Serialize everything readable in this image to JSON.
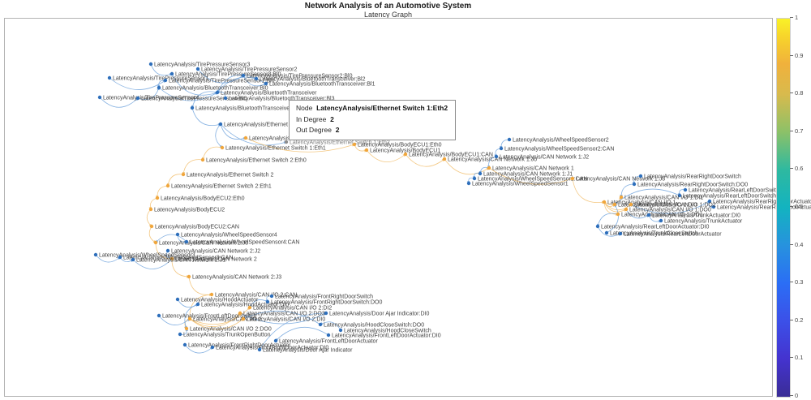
{
  "title": "Network Analysis of an Automotive System",
  "subtitle": "Latency Graph",
  "tooltip": {
    "node_label": "Node",
    "node_value": "LatencyAnalysis/Ethernet  Switch  1:Eth2",
    "in_label": "In  Degree",
    "in_value": "2",
    "out_label": "Out  Degree",
    "out_value": "2"
  },
  "colors": {
    "b": "#2E6FBB",
    "o": "#F0A63C",
    "g": "#8C8C8C",
    "edge_blue": "#6FA3DC",
    "edge_orange": "#F2BF6E",
    "label": "#424242",
    "label_gray": "#7a7a7a"
  },
  "chart_data": {
    "type": "graph",
    "title": "Network Analysis of an Automotive System",
    "subtitle": "Latency Graph",
    "colorbar": {
      "min": 0,
      "max": 1,
      "label_values": [
        "0",
        "0.1",
        "0.2",
        "0.3",
        "0.4",
        "0.5",
        "0.6",
        "0.7",
        "0.8",
        "0.9",
        "1"
      ]
    },
    "nodes": [
      [
        186,
        79,
        "LatencyAnalysis/TirePressureSensor3",
        "b"
      ],
      [
        244,
        85,
        "LatencyAnalysis/TirePressureSensor2",
        "b"
      ],
      [
        212,
        91,
        "LatencyAnalysis/TirePressureSensor3:Bl0",
        "b"
      ],
      [
        300,
        93,
        "LatencyAnalysis/TirePressureSensor2:Bl0",
        "b"
      ],
      [
        135,
        96,
        "LatencyAnalysis/TirePressureSensor1",
        "b"
      ],
      [
        204,
        99,
        "LatencyAnalysis/TirePressureSensor1:Bl0",
        "b"
      ],
      [
        316,
        97,
        "LatencyAnalysis/BluetoothTransceiver:Bl2",
        "b"
      ],
      [
        328,
        103,
        "LatencyAnalysis/BluetoothTransceiver:Bl1",
        "b"
      ],
      [
        196,
        108,
        "LatencyAnalysis/BluetoothTransceiver:Bl0",
        "b"
      ],
      [
        268,
        114,
        "LatencyAnalysis/BluetoothTransceiver",
        "b"
      ],
      [
        123,
        120,
        "LatencyAnalysis/TirePressureSensor4",
        "b"
      ],
      [
        170,
        121,
        "LatencyAnalysis/TirePressureSensor4:Bl0",
        "b"
      ],
      [
        278,
        121,
        "LatencyAnalysis/BluetoothTransceiver:Bl3",
        "b"
      ],
      [
        237,
        133,
        "LatencyAnalysis/BluetoothTransceiver:Bl4",
        "b"
      ],
      [
        272,
        153,
        "LatencyAnalysis/Ethernet Switch 1",
        "b"
      ],
      [
        303,
        170,
        "LatencyAnalysis/Ethernet Switch 1:Eth0",
        "o"
      ],
      [
        353,
        175,
        "LatencyAnalysis/Ethernet Switch 1:Eth2",
        "g"
      ],
      [
        274,
        182,
        "LatencyAnalysis/Ethernet Switch 1:Eth1",
        "o"
      ],
      [
        437,
        178,
        "LatencyAnalysis/BodyECU1:Eth0",
        "o"
      ],
      [
        452,
        185,
        "LatencyAnalysis/BodyECU1",
        "o"
      ],
      [
        500,
        190,
        "LatencyAnalysis/BodyECU1:CAN",
        "o"
      ],
      [
        548,
        196,
        "LatencyAnalysis/CAN Network 1:J0",
        "o"
      ],
      [
        250,
        197,
        "LatencyAnalysis/Ethernet Switch 2:Eth0",
        "o"
      ],
      [
        226,
        215,
        "LatencyAnalysis/Ethernet Switch 2",
        "o"
      ],
      [
        207,
        229,
        "LatencyAnalysis/Ethernet Switch 2:Eth1",
        "o"
      ],
      [
        194,
        244,
        "LatencyAnalysis/BodyECU2:Eth0",
        "o"
      ],
      [
        186,
        258,
        "LatencyAnalysis/BodyECU2",
        "o"
      ],
      [
        187,
        279,
        "LatencyAnalysis/BodyECU2:CAN",
        "o"
      ],
      [
        219,
        289,
        "LatencyAnalysis/WheelSpeedSensor4",
        "b"
      ],
      [
        192,
        299,
        "LatencyAnalysis/CAN Network 2:J0",
        "o"
      ],
      [
        230,
        298,
        "LatencyAnalysis/WheelSpeedSensor4:CAN",
        "b"
      ],
      [
        207,
        309,
        "LatencyAnalysis/CAN Network 2:J2",
        "b"
      ],
      [
        212,
        319,
        "LatencyAnalysis/CAN Network 2",
        "o"
      ],
      [
        118,
        314,
        "LatencyAnalysis/WheelSpeedSensor3",
        "b"
      ],
      [
        148,
        317,
        "LatencyAnalysis/WheelSpeedSensor3:CAN",
        "b"
      ],
      [
        164,
        320,
        "LatencyAnalysis/CAN Network 2:J1",
        "b"
      ],
      [
        233,
        341,
        "LatencyAnalysis/CAN Network 2:J3",
        "o"
      ],
      [
        261,
        363,
        "LatencyAnalysis/CAN I/O 2:CAN",
        "o"
      ],
      [
        335,
        365,
        "LatencyAnalysis/FrontRightDoorSwitch",
        "b"
      ],
      [
        219,
        369,
        "LatencyAnalysis/HoodActuator",
        "b"
      ],
      [
        330,
        372,
        "LatencyAnalysis/FrontRightDoorSwitch:DO0",
        "b"
      ],
      [
        244,
        375,
        "LatencyAnalysis/HoodActuator:DI0",
        "b"
      ],
      [
        308,
        379,
        "LatencyAnalysis/CAN I/O 2:DI2",
        "o"
      ],
      [
        196,
        389,
        "LatencyAnalysis/FrontLeftDoorSwitch",
        "b"
      ],
      [
        296,
        386,
        "LatencyAnalysis/CAN I/O 2:DO3",
        "o"
      ],
      [
        402,
        386,
        "LatencyAnalysis/Door Ajar Indicator:DI0",
        "b"
      ],
      [
        234,
        393,
        "LatencyAnalysis/CAN I/O 2",
        "o"
      ],
      [
        300,
        393,
        "LatencyAnalysis/CAN I/O 2:DI0",
        "o"
      ],
      [
        230,
        405,
        "LatencyAnalysis/CAN I/O 2:DO0",
        "o"
      ],
      [
        395,
        400,
        "LatencyAnalysis/HoodCloseSwitch:DO0",
        "b"
      ],
      [
        420,
        407,
        "LatencyAnalysis/HoodCloseSwitch",
        "b"
      ],
      [
        222,
        412,
        "LatencyAnalysis/TrunkOpenButton",
        "b"
      ],
      [
        405,
        413,
        "LatencyAnalysis/FrontLeftDoorActuator:DI0",
        "b"
      ],
      [
        340,
        420,
        "LatencyAnalysis/FrontLeftDoorActuator",
        "b"
      ],
      [
        228,
        425,
        "LatencyAnalysis/FrontRightDoorActuator",
        "b"
      ],
      [
        262,
        428,
        "LatencyAnalysis/FrontRightDoorActuator:DI0",
        "b"
      ],
      [
        320,
        431,
        "LatencyAnalysis/Door Ajar Indicator",
        "b"
      ],
      [
        628,
        172,
        "LatencyAnalysis/WheelSpeedSensor2",
        "b"
      ],
      [
        618,
        183,
        "LatencyAnalysis/WheelSpeedSensor2:CAN",
        "b"
      ],
      [
        612,
        193,
        "LatencyAnalysis/CAN Network 1:J2",
        "b"
      ],
      [
        603,
        207,
        "LatencyAnalysis/CAN Network 1",
        "o"
      ],
      [
        592,
        214,
        "LatencyAnalysis/CAN Network 1:J1",
        "b"
      ],
      [
        585,
        220,
        "LatencyAnalysis/WheelSpeedSensor1:CAN",
        "b"
      ],
      [
        578,
        226,
        "LatencyAnalysis/WheelSpeedSensor1",
        "b"
      ],
      [
        706,
        220,
        "LatencyAnalysis/CAN Network 1:J3",
        "o"
      ],
      [
        790,
        217,
        "LatencyAnalysis/RearRightDoorSwitch",
        "b"
      ],
      [
        782,
        227,
        "LatencyAnalysis/RearRightDoorSwitch:DO0",
        "b"
      ],
      [
        845,
        234,
        "LatencyAnalysis/RearLeftDoorSwitch",
        "b"
      ],
      [
        838,
        241,
        "LatencyAnalysis/RearLeftDoorSwitch:DO0",
        "b"
      ],
      [
        766,
        243,
        "LatencyAnalysis/CAN I/O 1:DI1",
        "o"
      ],
      [
        745,
        249,
        "LatencyAnalysis/CAN I/O 1",
        "o"
      ],
      [
        758,
        252,
        "LatencyAnalysis/CAN I/O 1:DI0",
        "o"
      ],
      [
        875,
        248,
        "LatencyAnalysis/RearRightDoorActuator:DI0",
        "b"
      ],
      [
        772,
        258,
        "LatencyAnalysis/CAN I/O 1:DO0",
        "o"
      ],
      [
        762,
        264,
        "LatencyAnalysis/CAN I/O 1:DO1",
        "o"
      ],
      [
        800,
        265,
        "LatencyAnalysis/TrunkActuator:DI0",
        "b"
      ],
      [
        815,
        272,
        "LatencyAnalysis/TrunkActuator",
        "b"
      ],
      [
        880,
        255,
        "LatencyAnalysis/RearRightDoorActuator",
        "b"
      ],
      [
        737,
        279,
        "LatencyAnalysis/RearLeftDoorActuator:DI0",
        "b"
      ],
      [
        748,
        287,
        "LatencyAnalysis/TrunkCloseSwitch",
        "b"
      ],
      [
        765,
        288,
        "LatencyAnalysis/RearLeftDoorActuator",
        "b"
      ],
      [
        778,
        252,
        "LatencyAnalysis/CAN I/O 1:DO2",
        "o"
      ]
    ],
    "edges": [
      [
        0,
        2,
        "b"
      ],
      [
        1,
        3,
        "b"
      ],
      [
        4,
        5,
        "b"
      ],
      [
        10,
        11,
        "b"
      ],
      [
        2,
        9,
        "b"
      ],
      [
        3,
        7,
        "b"
      ],
      [
        5,
        8,
        "b"
      ],
      [
        11,
        8,
        "b"
      ],
      [
        6,
        9,
        "b"
      ],
      [
        7,
        9,
        "b"
      ],
      [
        8,
        9,
        "b"
      ],
      [
        12,
        9,
        "b"
      ],
      [
        9,
        13,
        "b"
      ],
      [
        13,
        14,
        "b"
      ],
      [
        14,
        16,
        "b"
      ],
      [
        14,
        15,
        "b"
      ],
      [
        14,
        17,
        "b"
      ],
      [
        15,
        18,
        "o"
      ],
      [
        18,
        19,
        "o"
      ],
      [
        19,
        20,
        "o"
      ],
      [
        20,
        21,
        "o"
      ],
      [
        21,
        60,
        "o"
      ],
      [
        60,
        64,
        "o"
      ],
      [
        64,
        70,
        "o"
      ],
      [
        17,
        22,
        "o"
      ],
      [
        22,
        23,
        "o"
      ],
      [
        23,
        24,
        "o"
      ],
      [
        24,
        25,
        "o"
      ],
      [
        25,
        26,
        "o"
      ],
      [
        26,
        27,
        "o"
      ],
      [
        27,
        29,
        "o"
      ],
      [
        29,
        32,
        "o"
      ],
      [
        32,
        36,
        "o"
      ],
      [
        36,
        37,
        "o"
      ],
      [
        37,
        46,
        "o"
      ],
      [
        46,
        42,
        "o"
      ],
      [
        46,
        44,
        "o"
      ],
      [
        46,
        47,
        "o"
      ],
      [
        46,
        48,
        "o"
      ],
      [
        70,
        69,
        "o"
      ],
      [
        70,
        71,
        "o"
      ],
      [
        70,
        73,
        "o"
      ],
      [
        70,
        74,
        "o"
      ],
      [
        70,
        81,
        "o"
      ],
      [
        28,
        30,
        "b"
      ],
      [
        30,
        29,
        "b"
      ],
      [
        31,
        32,
        "b"
      ],
      [
        33,
        34,
        "b"
      ],
      [
        34,
        35,
        "b"
      ],
      [
        35,
        32,
        "b"
      ],
      [
        38,
        40,
        "b"
      ],
      [
        40,
        42,
        "b"
      ],
      [
        39,
        41,
        "b"
      ],
      [
        41,
        48,
        "b"
      ],
      [
        43,
        46,
        "b"
      ],
      [
        44,
        45,
        "b"
      ],
      [
        45,
        56,
        "b"
      ],
      [
        49,
        47,
        "b"
      ],
      [
        50,
        49,
        "b"
      ],
      [
        51,
        48,
        "b"
      ],
      [
        52,
        53,
        "b"
      ],
      [
        54,
        55,
        "b"
      ],
      [
        57,
        58,
        "b"
      ],
      [
        58,
        59,
        "b"
      ],
      [
        59,
        60,
        "b"
      ],
      [
        60,
        61,
        "b"
      ],
      [
        61,
        62,
        "b"
      ],
      [
        62,
        63,
        "b"
      ],
      [
        65,
        66,
        "b"
      ],
      [
        66,
        69,
        "b"
      ],
      [
        67,
        68,
        "b"
      ],
      [
        68,
        71,
        "b"
      ],
      [
        73,
        75,
        "b"
      ],
      [
        75,
        76,
        "b"
      ],
      [
        74,
        78,
        "b"
      ],
      [
        78,
        80,
        "b"
      ],
      [
        81,
        72,
        "b"
      ],
      [
        72,
        77,
        "b"
      ],
      [
        79,
        71,
        "b"
      ]
    ]
  }
}
